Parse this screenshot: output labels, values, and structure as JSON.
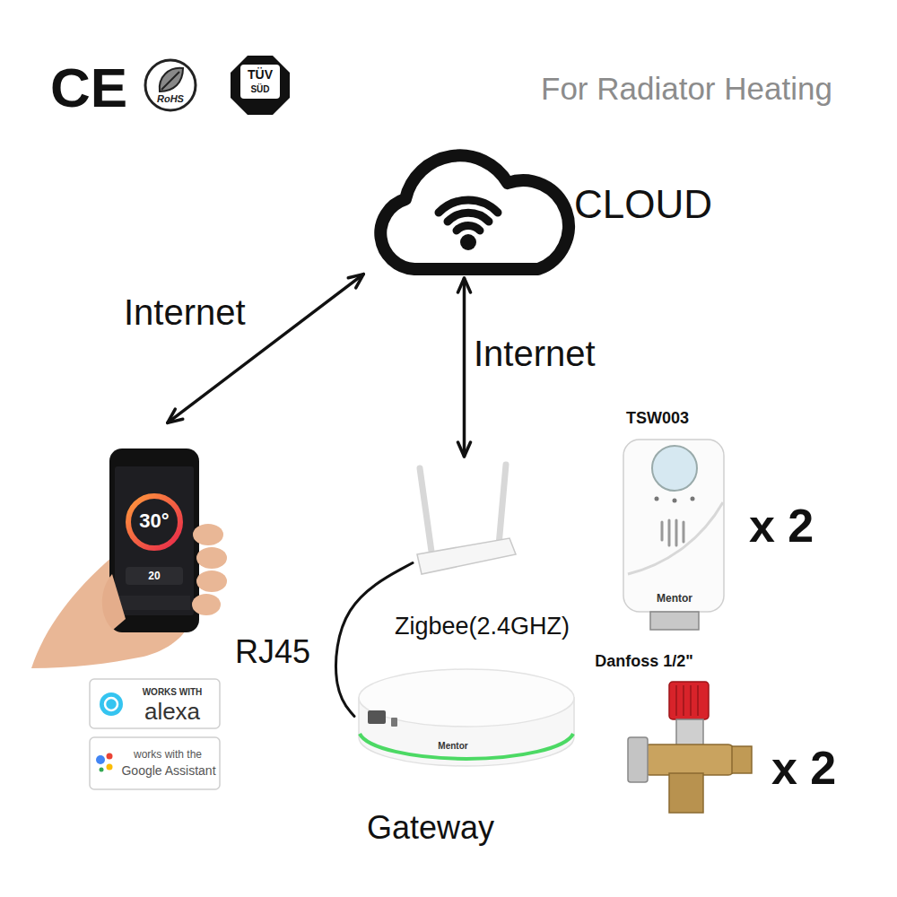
{
  "diagram": {
    "title": "For Radiator Heating",
    "nodes": [
      {
        "text": [
          "CLOUD"
        ]
      },
      {
        "text": [
          "30°",
          "20"
        ]
      },
      {
        "text": []
      },
      {
        "text": [
          "Mentor",
          "Gateway"
        ]
      },
      {
        "text": [
          "TSW003",
          "Mentor"
        ]
      },
      {
        "text": [
          "Danfoss 1/2\""
        ]
      }
    ],
    "edges": [
      {
        "from": 0,
        "to": 1,
        "arrow": "both",
        "label": "Internet"
      },
      {
        "from": 0,
        "to": 2,
        "arrow": "both",
        "label": "Internet"
      },
      {
        "from": 2,
        "to": 3,
        "arrow": "none",
        "label": "RJ45"
      }
    ],
    "labels": [
      "CE",
      "RoHS",
      "TÜV",
      "SÜD",
      "WORKS WITH",
      "alexa",
      "works with the",
      "Google Assistant",
      "Zigbee(2.4GHZ)",
      "x 2",
      "x 2"
    ]
  }
}
